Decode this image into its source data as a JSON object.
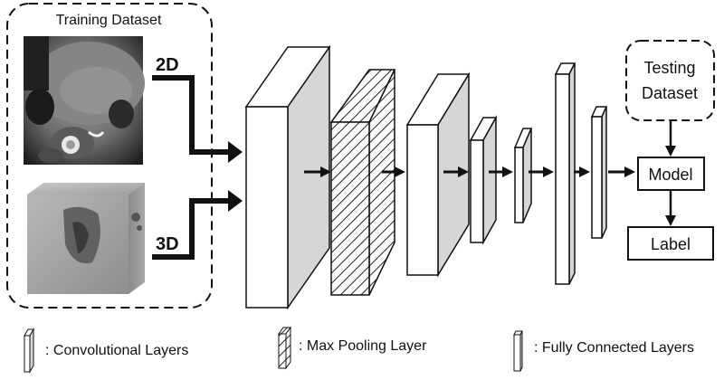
{
  "training": {
    "title": "Training Dataset"
  },
  "inputs": {
    "label_2d": "2D",
    "label_3d": "3D"
  },
  "testing": {
    "line1": "Testing",
    "line2": "Dataset"
  },
  "model": {
    "label": "Model"
  },
  "output": {
    "label": "Label"
  },
  "legend": {
    "conv": ": Convolutional Layers",
    "pool": ": Max Pooling Layer",
    "fc": ": Fully Connected Layers"
  },
  "colors": {
    "stroke": "#111111",
    "side_fill": "#d6d6d6",
    "face_fill": "#ffffff"
  }
}
